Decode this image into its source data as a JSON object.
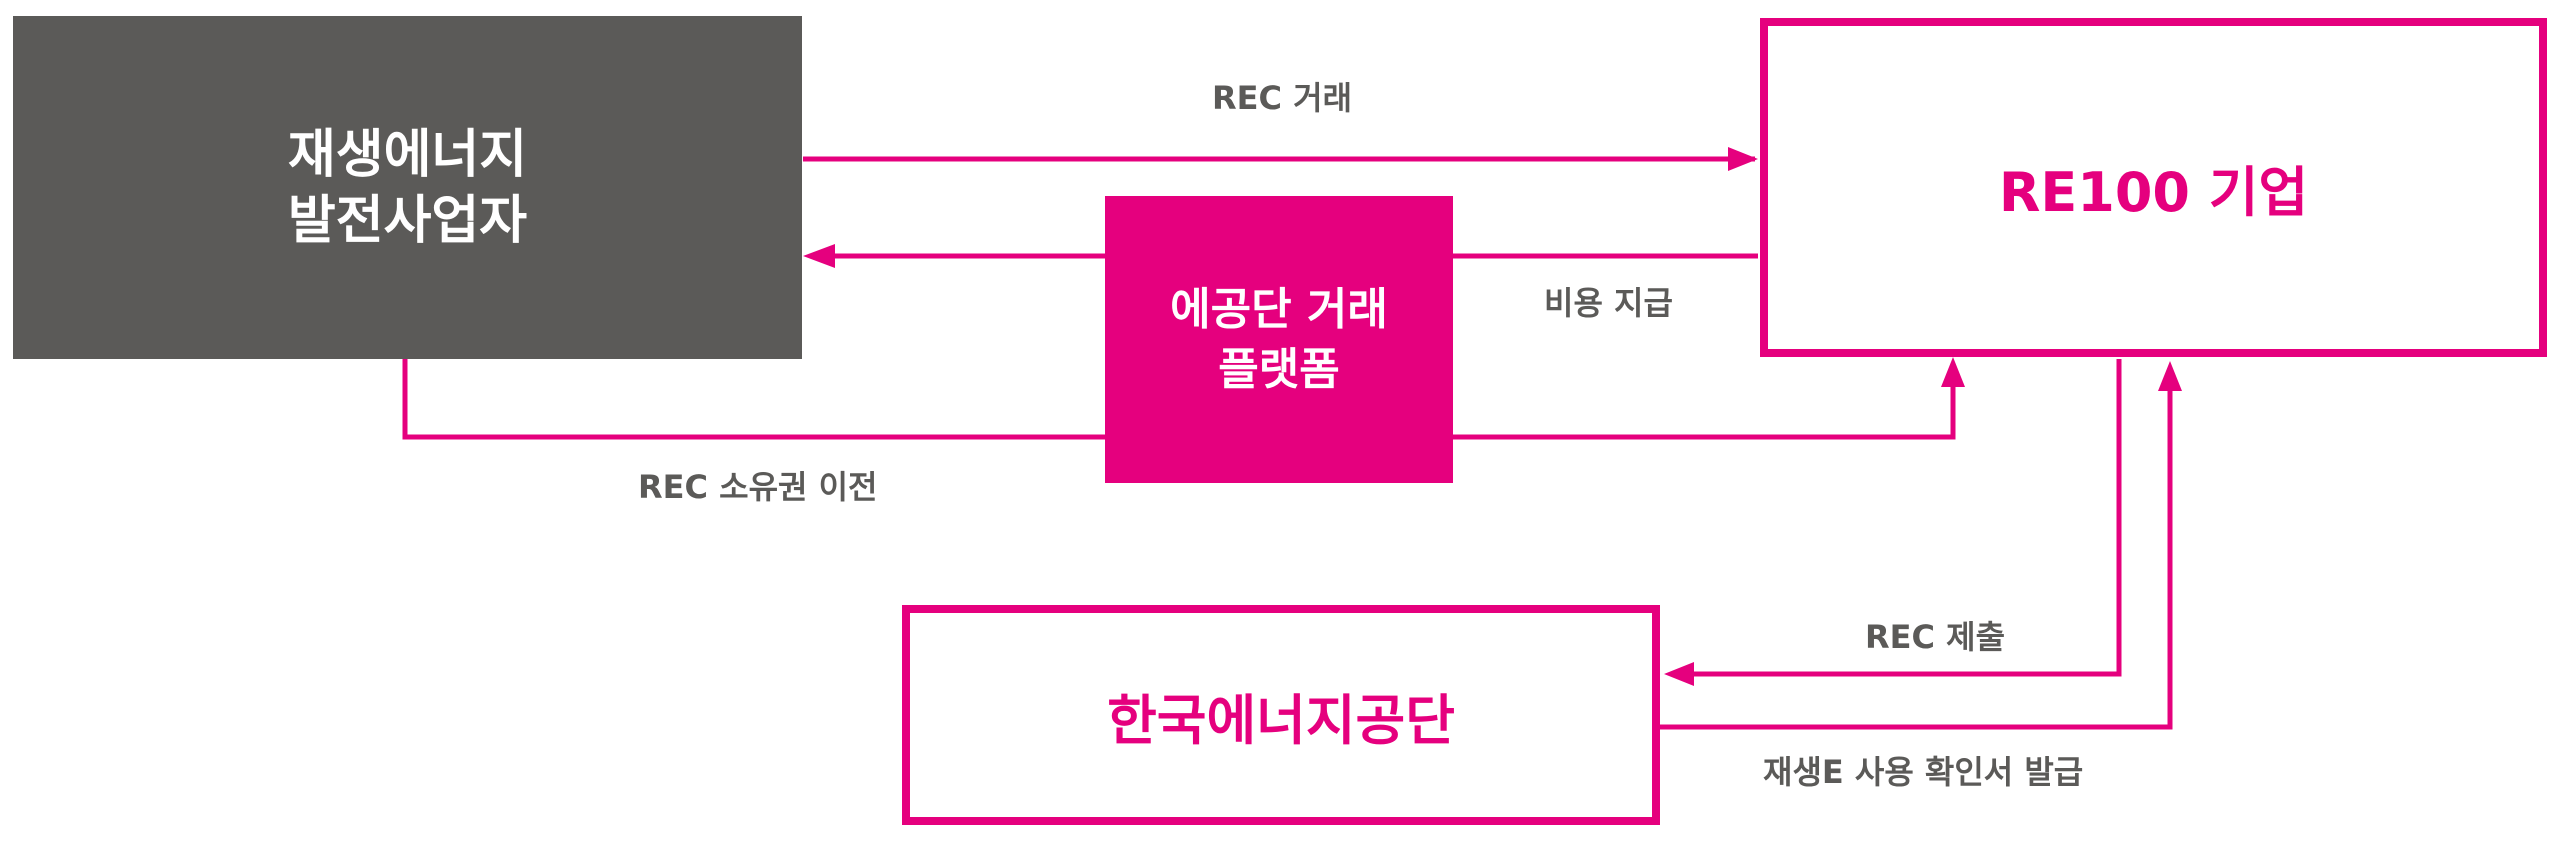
{
  "nodes": {
    "producer": {
      "line1": "재생에너지",
      "line2": "발전사업자"
    },
    "platform": {
      "line1": "에공단 거래",
      "line2": "플랫폼"
    },
    "re100": {
      "label": "RE100 기업"
    },
    "kea": {
      "label": "한국에너지공단"
    }
  },
  "edges": {
    "rec_trade": "REC 거래",
    "payment": "비용 지급",
    "ownership_transfer": "REC 소유권 이전",
    "rec_submit": "REC 제출",
    "certificate_issue": "재생E 사용 확인서 발급"
  },
  "colors": {
    "accent": "#e5007e",
    "text_gray": "#5b5a58",
    "producer_fill": "#5b5a58"
  }
}
